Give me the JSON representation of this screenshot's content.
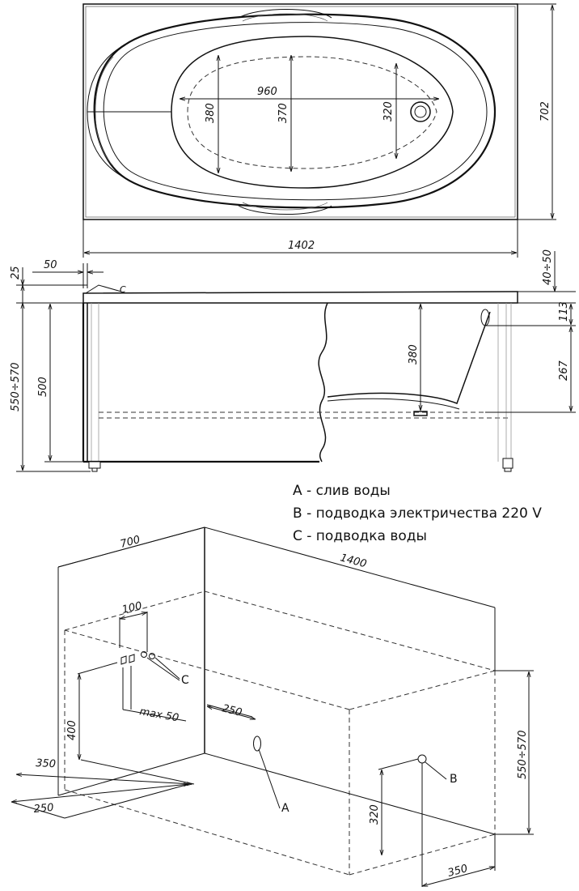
{
  "dimensions": {
    "top_inner_length": "960",
    "top_depth_left": "380",
    "top_depth_center": "370",
    "top_depth_right": "320",
    "top_width": "702",
    "top_length": "1402",
    "side_rim_offset": "50",
    "side_rim_height": "25",
    "side_total_height": "550÷570",
    "side_panel_height": "500",
    "side_bowl_depth": "380",
    "side_leg_adjust": "40÷50",
    "side_overflow_top": "113",
    "side_overflow_height": "267",
    "iso_width": "700",
    "iso_length": "1400",
    "iso_pipe_spacing": "100",
    "iso_pipe_max": "max 50",
    "iso_pipe_height": "400",
    "iso_drain_offset": "250",
    "iso_floor_350": "350",
    "iso_floor_250": "250",
    "iso_total_height": "550÷570",
    "iso_elec_height": "320",
    "iso_elec_offset": "350"
  },
  "markers": {
    "a": "A",
    "b": "B",
    "c": "C"
  },
  "legend": {
    "a": "A - слив воды",
    "b": "B - подводка электричества 220 V",
    "c": "C - подводка воды"
  }
}
